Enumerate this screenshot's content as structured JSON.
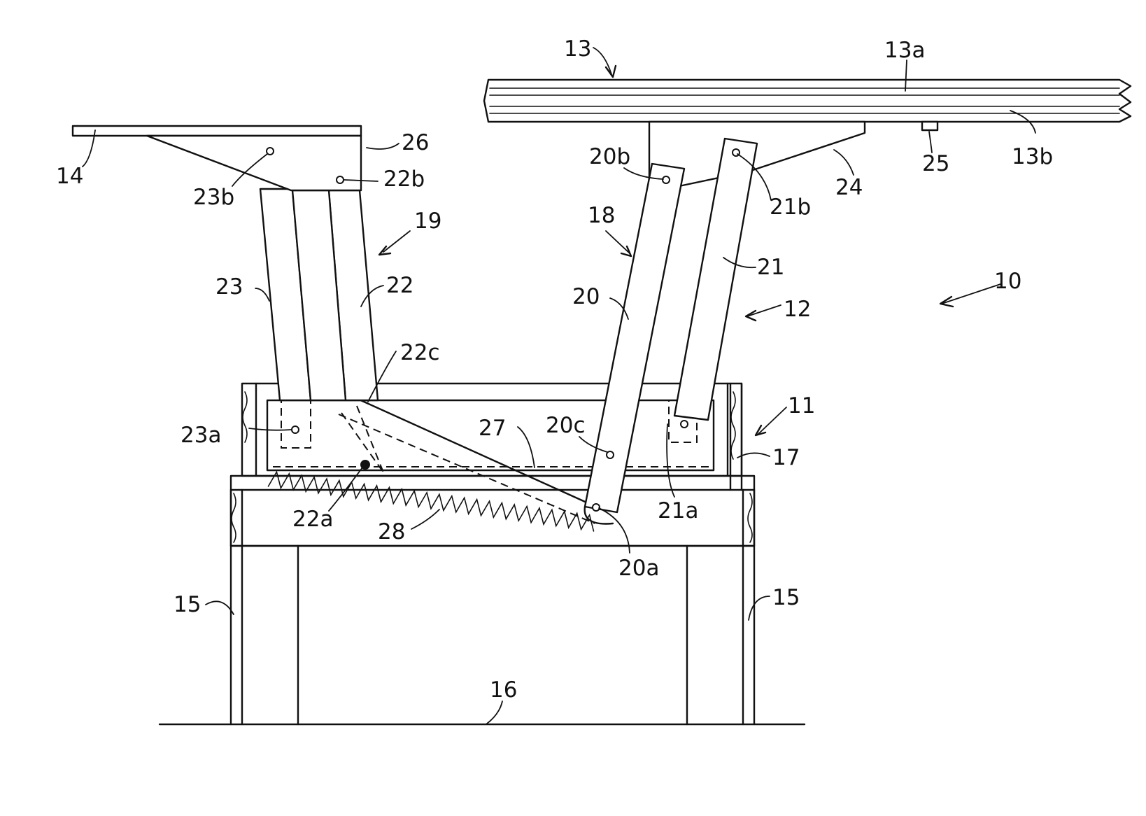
{
  "labels": {
    "l10": "10",
    "l11": "11",
    "l12": "12",
    "l13": "13",
    "l13a": "13a",
    "l13b": "13b",
    "l14": "14",
    "l15_left": "15",
    "l15_right": "15",
    "l16": "16",
    "l17": "17",
    "l18": "18",
    "l19": "19",
    "l20": "20",
    "l20a": "20a",
    "l20b": "20b",
    "l20c": "20c",
    "l21": "21",
    "l21a": "21a",
    "l21b": "21b",
    "l22": "22",
    "l22a": "22a",
    "l22b": "22b",
    "l22c": "22c",
    "l23": "23",
    "l23a": "23a",
    "l23b": "23b",
    "l24": "24",
    "l25": "25",
    "l26": "26",
    "l27": "27",
    "l28": "28"
  }
}
